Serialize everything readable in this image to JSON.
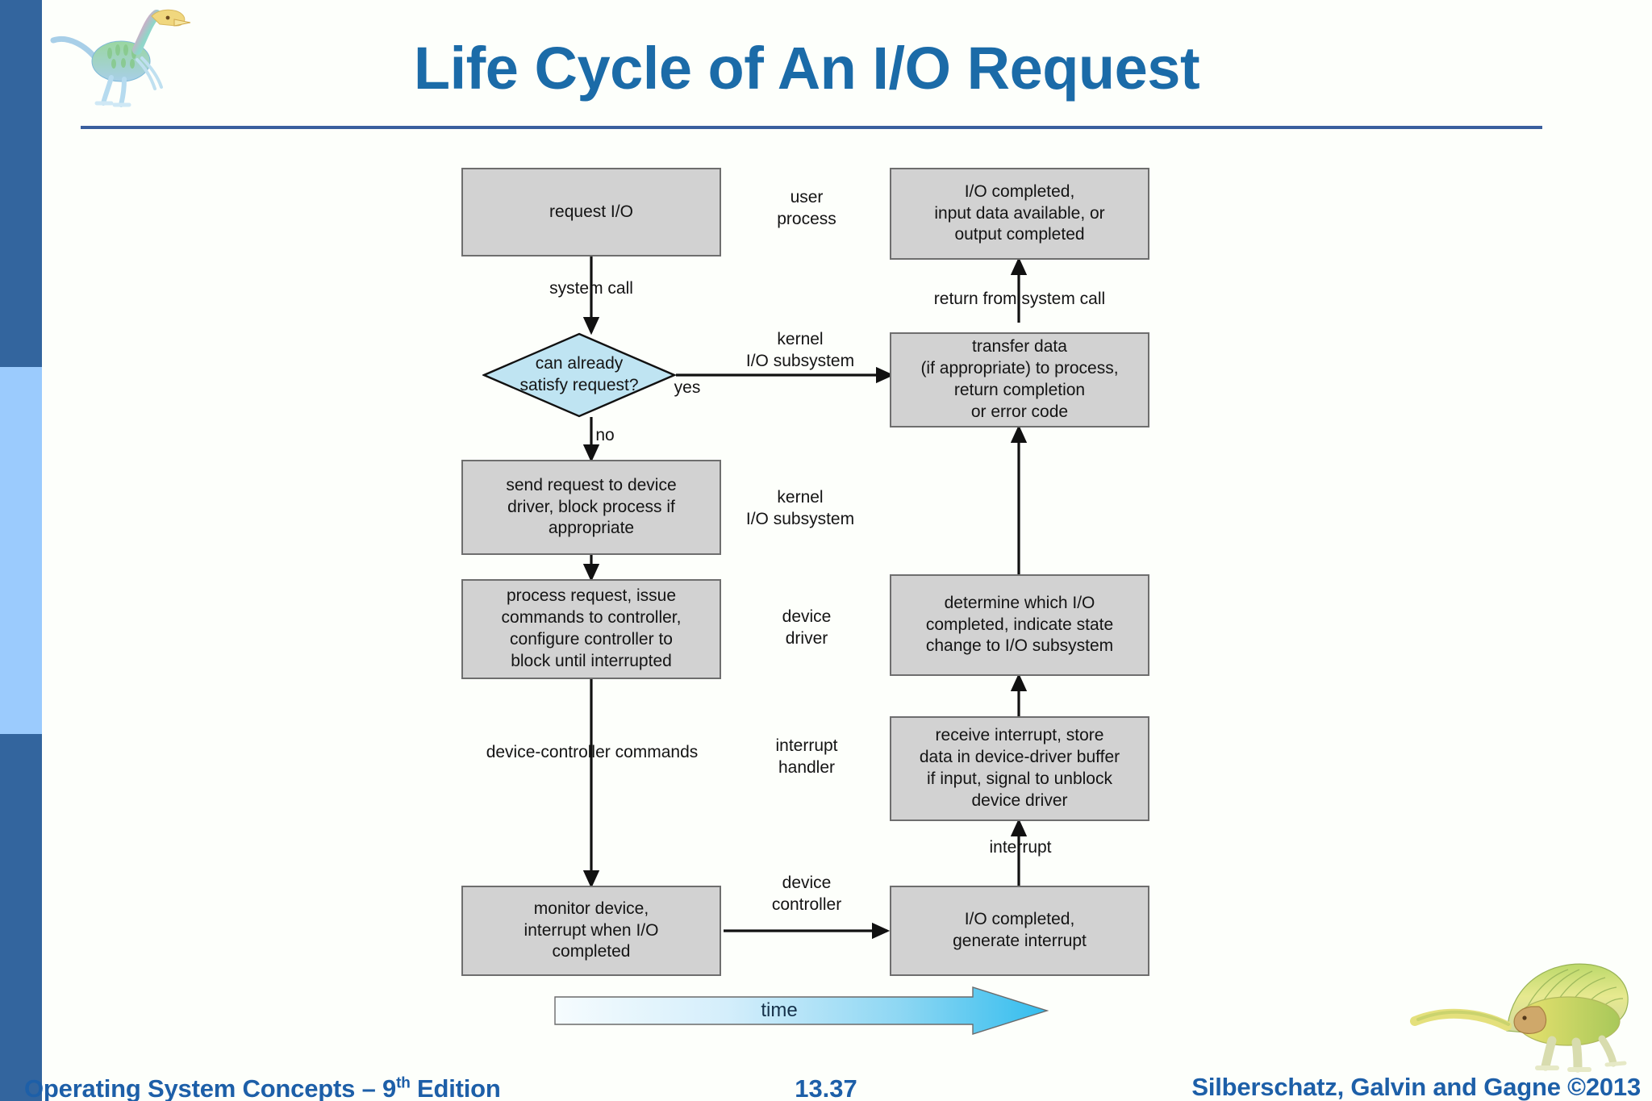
{
  "slide": {
    "title": "Life Cycle of An I/O Request",
    "accent_color": "#1b6ba8",
    "rule_color": "#3a5f9e",
    "background": "#fdfffb"
  },
  "sidebar": {
    "bands": [
      {
        "name": "top-band",
        "color": "#33659e"
      },
      {
        "name": "middle-band",
        "color": "#9bcbfd"
      },
      {
        "name": "bottom-band",
        "color": "#33659e"
      }
    ]
  },
  "diagram": {
    "node_fill": "#d2d2d2",
    "node_border": "#6e6e6e",
    "decision_fill": "#bfe4f2",
    "nodes": {
      "request_io": "request I/O",
      "decision": "can already\nsatisfy request?",
      "send_request": "send request to device\ndriver, block process if\nappropriate",
      "process_request": "process request, issue\ncommands to controller,\nconfigure controller to\nblock until interrupted",
      "monitor_device": "monitor device,\ninterrupt when I/O\ncompleted",
      "io_completed_top": "I/O completed,\ninput data available, or\noutput completed",
      "transfer_data": "transfer data\n(if appropriate) to process,\nreturn completion\nor error code",
      "determine_which": "determine which I/O\ncompleted, indicate state\nchange to I/O subsystem",
      "receive_interrupt": "receive interrupt, store\ndata in device-driver buffer\nif input, signal to unblock\ndevice driver",
      "io_completed_bottom": "I/O completed,\ngenerate interrupt"
    },
    "edge_labels": {
      "system_call": "system call",
      "yes": "yes",
      "no": "no",
      "device_controller_commands": "device-controller commands",
      "return_from_system_call": "return from system call",
      "interrupt": "interrupt"
    },
    "layer_labels": {
      "user_process": "user\nprocess",
      "kernel_io_subsystem_1": "kernel\nI/O subsystem",
      "kernel_io_subsystem_2": "kernel\nI/O subsystem",
      "device_driver": "device\ndriver",
      "interrupt_handler": "interrupt\nhandler",
      "device_controller": "device\ncontroller"
    },
    "time_axis": {
      "label": "time",
      "gradient_start": "#f3fbfe",
      "gradient_end": "#33bdee"
    }
  },
  "footer": {
    "left_text": "Operating System Concepts – 9",
    "left_sup": "th",
    "left_text_tail": " Edition",
    "slide_number": "13.37",
    "right_text": "Silberschatz, Galvin and Gagne ©2013",
    "color": "#1d5fa8"
  }
}
